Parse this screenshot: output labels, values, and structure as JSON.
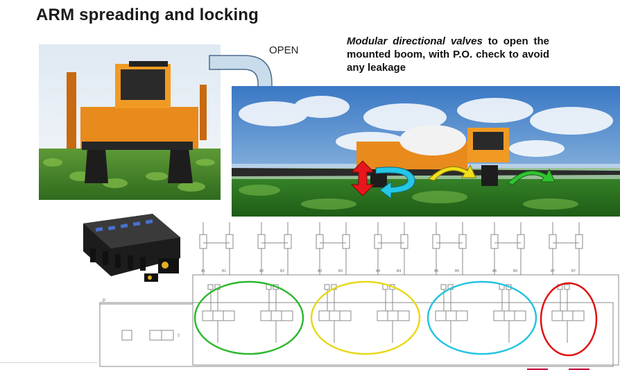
{
  "title": "ARM spreading and locking",
  "open_label": "OPEN",
  "caption": {
    "italic": "Modular directional valves",
    "rest": " to open the mounted boom, with P.O. check to avoid any leakage"
  },
  "photos": {
    "sprayer": "sprayer-photo",
    "field": "field-boom-photo"
  },
  "schematic": {
    "port_labels": [
      "A1",
      "B1",
      "A2",
      "B2",
      "A3",
      "B3",
      "A4",
      "B4",
      "A5",
      "B5",
      "A6",
      "B6",
      "A7",
      "B7"
    ],
    "pressure_label": "P",
    "tank_label": "T",
    "group_colors": [
      "#2eb82e",
      "#e8d81a",
      "#24c4e0",
      "#e01010"
    ]
  },
  "colors": {
    "arrow_fill": "#c8dcec",
    "arrow_stroke": "#4a6a88"
  }
}
